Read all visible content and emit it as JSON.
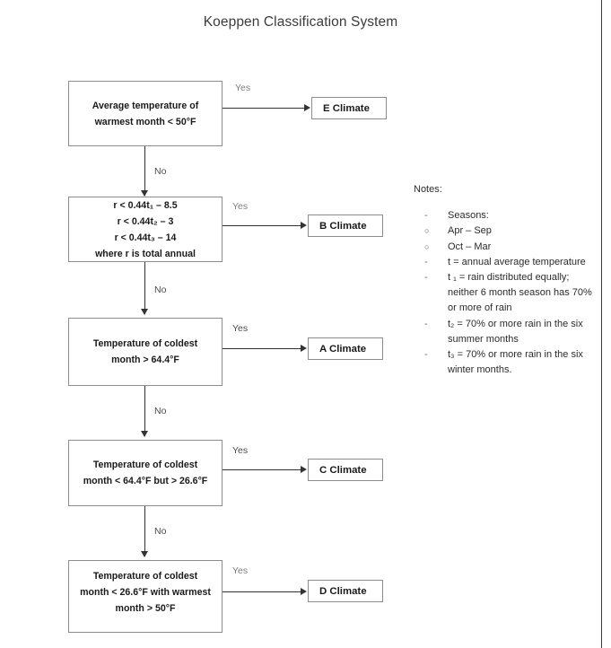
{
  "title": "Koeppen Classification System",
  "flowchart": {
    "nodes": [
      {
        "id": "q1",
        "lines": [
          "Average temperature of",
          "warmest month < 50°F"
        ],
        "yes_label": "Yes",
        "no_label": "No",
        "result": "E Climate"
      },
      {
        "id": "q2",
        "lines": [
          "r < 0.44t₁ – 8.5",
          "r < 0.44t₂ – 3",
          "r < 0.44t₃ – 14",
          "where r is total annual"
        ],
        "yes_label": "Yes",
        "no_label": "No",
        "result": "B Climate"
      },
      {
        "id": "q3",
        "lines": [
          "Temperature of coldest",
          "month > 64.4°F"
        ],
        "yes_label": "Yes",
        "no_label": "No",
        "result": "A Climate"
      },
      {
        "id": "q4",
        "lines": [
          "Temperature of coldest",
          "month < 64.4°F but > 26.6°F"
        ],
        "yes_label": "Yes",
        "no_label": "No",
        "result": "C Climate"
      },
      {
        "id": "q5",
        "lines": [
          "Temperature of coldest",
          "month < 26.6°F with warmest",
          "month > 50°F"
        ],
        "yes_label": "Yes",
        "no_label": "",
        "result": "D Climate"
      }
    ]
  },
  "notes": {
    "heading": "Notes:",
    "dash": "-",
    "circle": "○",
    "items": [
      {
        "text": "Seasons:",
        "subs": [
          "Apr – Sep",
          "Oct – Mar"
        ]
      },
      {
        "text": "t = annual average temperature",
        "subs": []
      },
      {
        "text": "t ₁ = rain distributed equally; neither 6 month season has 70% or more of rain",
        "subs": []
      },
      {
        "text": "t₂ = 70% or more rain in the six summer months",
        "subs": []
      },
      {
        "text": "t₃ = 70% or more rain in the six winter months.",
        "subs": []
      }
    ]
  },
  "colors": {
    "box_border": "#8c8c8c",
    "connector": "#333333",
    "text": "#1a1a1a",
    "title": "#3c3c3c",
    "page_edge": "#3a3a3a"
  }
}
